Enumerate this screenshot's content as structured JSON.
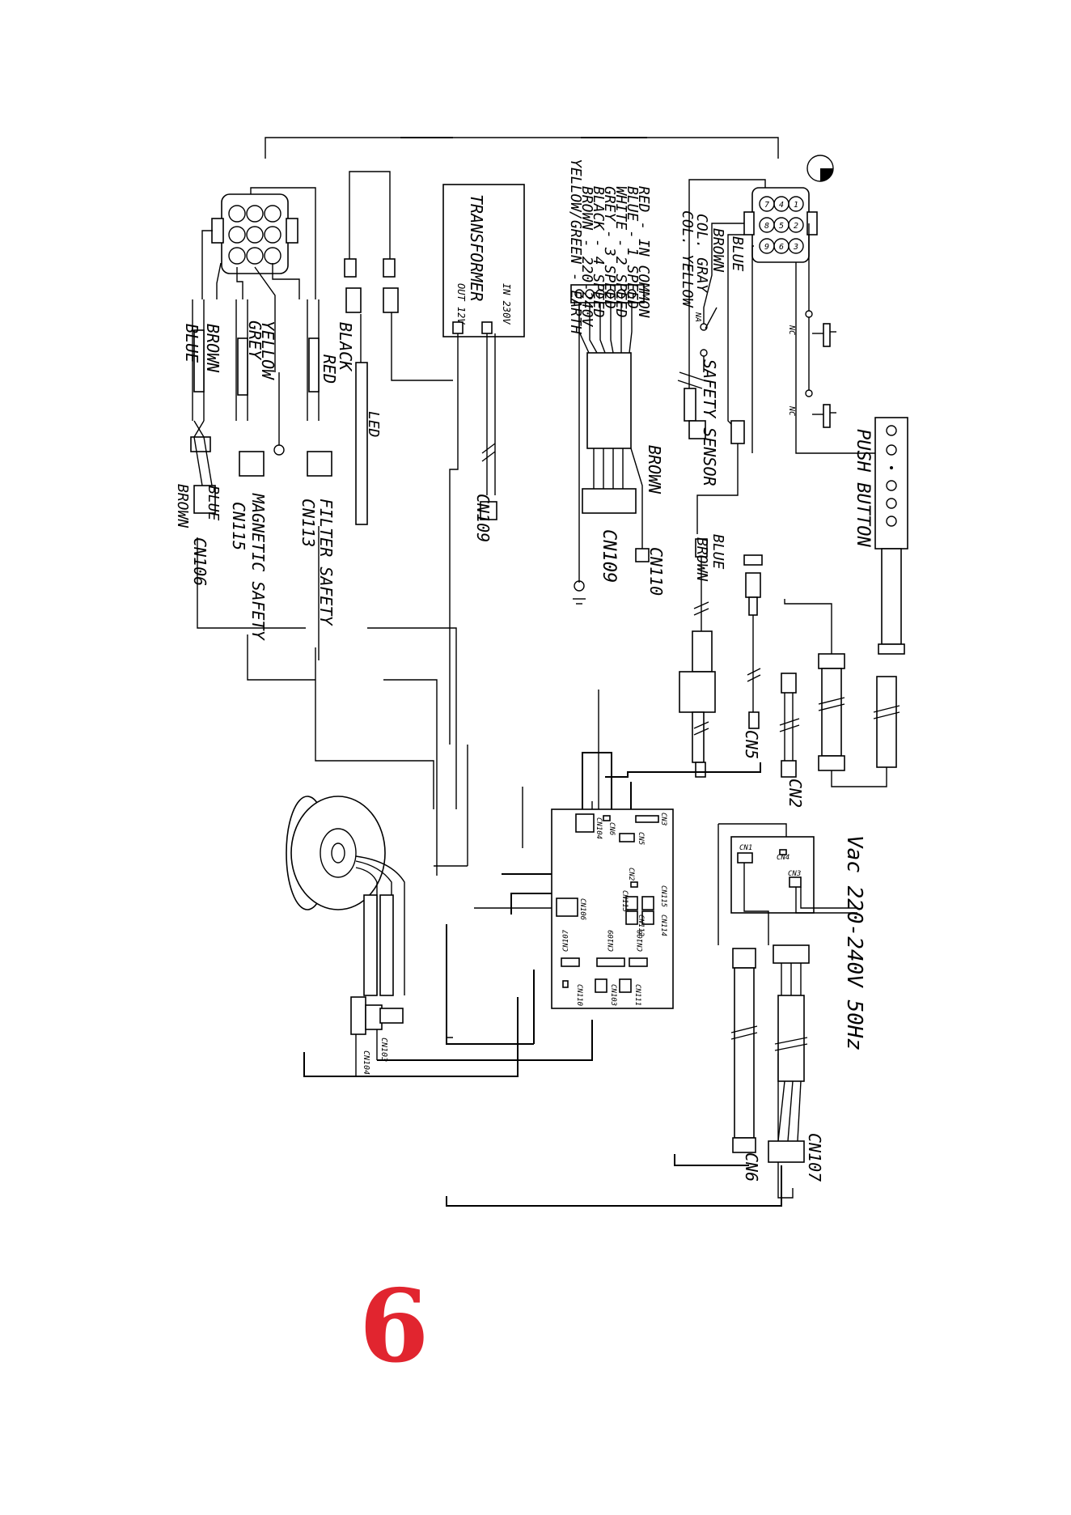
{
  "labels": {
    "connector_top": {
      "red": "RED",
      "black": "BLACK",
      "yellow": "YELLOW",
      "grey": "GREY",
      "brown": "BROWN",
      "blue": "BLUE"
    },
    "cn113": "CN113",
    "filter_safety": "FILTER SAFETY",
    "cn115": "CN115",
    "magnetic_safety": "MAGNETIC SAFETY",
    "cn106": "CN106",
    "blue2": "BLUE",
    "brown2": "BROWN",
    "led": "LED",
    "transformer": "TRANSFORMER",
    "in_230v": "IN 230V",
    "out_12v": "OUT 12V",
    "cn109_a": "CN109",
    "motor_legend": [
      "RED - IN COMMON",
      "BLUE - 1 SPEED",
      "WHITE - 2 SPEED",
      "GREY - 3 SPEED",
      "BLACK - 4 SPEED",
      "BROWN - 220-240V",
      "YELLOW/GREEN - EARTH"
    ],
    "brown_cn110": "BROWN",
    "cn110": "CN110",
    "cn109_b": "CN109",
    "col_yellow": "COL. YELLOW",
    "col_gray": "COL. GRAY",
    "brown3": "BROWN",
    "blue3": "BLUE",
    "na": "NA",
    "nc1": "NC",
    "nc2": "NC",
    "safety_sensor": "SAFETY SENSOR",
    "push_button": "PUSH BUTTON",
    "blue4": "BLUE",
    "brown4": "BROWN",
    "cn5": "CN5",
    "cn2": "CN2",
    "power": "Vac 220-240V 50Hz",
    "cn6": "CN6",
    "cn107": "CN107",
    "cn103": "CN103",
    "cn104": "CN104",
    "board": [
      "CN104",
      "CN6",
      "CN5",
      "CN3",
      "CN2",
      "CN106",
      "CN115",
      "CN113",
      "CN112",
      "CN114",
      "CN107",
      "CN109",
      "CN108",
      "CN110",
      "CN103",
      "CN111"
    ],
    "small_board": [
      "CN1",
      "CN4",
      "CN3"
    ],
    "plug_pins": [
      "1",
      "2",
      "3",
      "4",
      "5",
      "6",
      "7",
      "8",
      "9"
    ]
  },
  "page_number": "6",
  "colors": {
    "page_number": "#e1252f"
  }
}
